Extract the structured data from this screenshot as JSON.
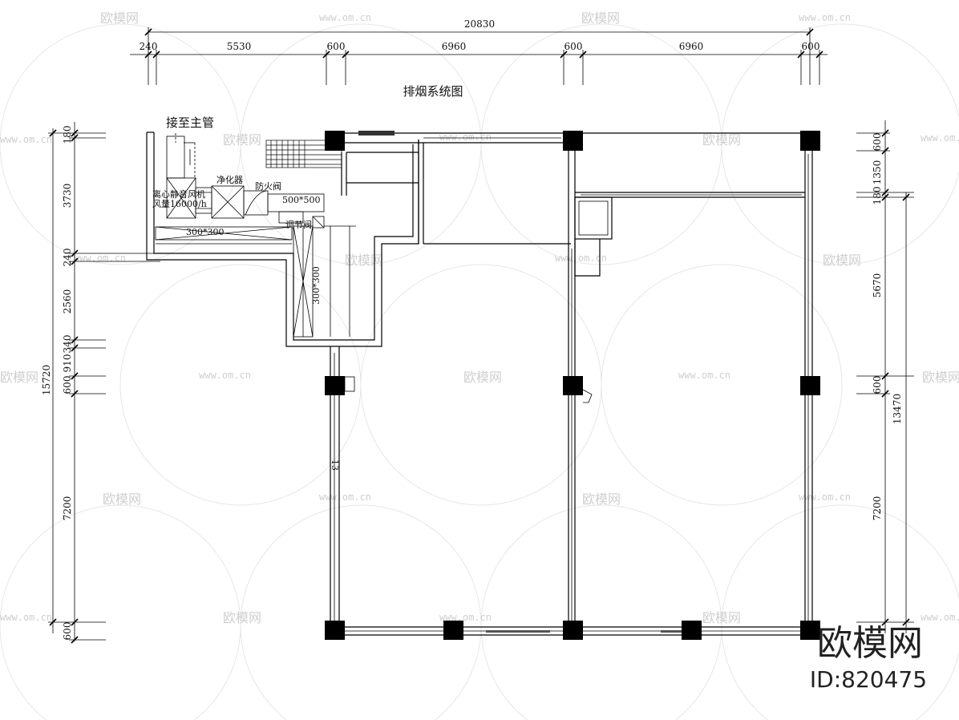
{
  "drawing": {
    "title": "排烟系统图",
    "dims_top_total": "20830",
    "dims_top": [
      "240",
      "5530",
      "600",
      "6960",
      "600",
      "6960",
      "600"
    ],
    "dims_left_total": "15720",
    "dims_left": [
      "180",
      "3730",
      "240",
      "2560",
      "910",
      "340",
      "600",
      "7200",
      "600"
    ],
    "dims_right_total": "13470",
    "dims_right": [
      "600",
      "1350",
      "180",
      "5670",
      "600",
      "7200"
    ],
    "labels": {
      "main_pipe": "接至主管",
      "purifier": "净化器",
      "fan": "离心静音风机",
      "airflow": "风量16000/h",
      "fire_damper": "防火阀",
      "duct_500": "500*500",
      "damper": "调节阀",
      "duct_300": "300*300",
      "duct_vertical": "300*300",
      "axis_13": "13"
    }
  },
  "watermark": {
    "brand_cn": "欧模网",
    "url": "www.om.cn"
  },
  "brand": {
    "name": "欧模网",
    "id": "ID:820475"
  }
}
